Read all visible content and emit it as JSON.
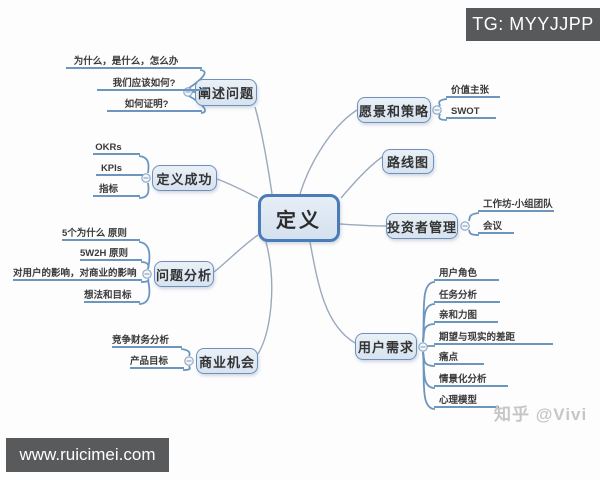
{
  "badges": {
    "tg": "TG: MYYJJPP",
    "watermark": "知乎 @Vivi",
    "site": "www.ruicimei.com"
  },
  "colors": {
    "node_fill": "#dce6f2",
    "node_border": "#7090ba",
    "center_border": "#4a7cb8",
    "connector_line": "#9aa9bc",
    "leaf_line": "#6d96bf",
    "badge_bg": "#58595b"
  },
  "map": {
    "center": "定义",
    "branches": [
      {
        "label": "阐述问题",
        "side": "left",
        "children": [
          "为什么，是什么，怎么办",
          "我们应该如何?",
          "如何证明?"
        ]
      },
      {
        "label": "定义成功",
        "side": "left",
        "children": [
          "OKRs",
          "KPIs",
          "指标"
        ]
      },
      {
        "label": "问题分析",
        "side": "left",
        "children": [
          "5个为什么 原则",
          "5W2H 原则",
          "对用户的影响，对商业的影响",
          "想法和目标"
        ]
      },
      {
        "label": "商业机会",
        "side": "left",
        "children": [
          "竞争财务分析",
          "产品目标"
        ]
      },
      {
        "label": "愿景和策略",
        "side": "right",
        "children": [
          "价值主张",
          "SWOT"
        ]
      },
      {
        "label": "路线图",
        "side": "right",
        "children": []
      },
      {
        "label": "投资者管理",
        "side": "right",
        "children": [
          "工作坊-小组团队",
          "会议"
        ]
      },
      {
        "label": "用户需求",
        "side": "right",
        "children": [
          "用户角色",
          "任务分析",
          "亲和力图",
          "期望与现实的差距",
          "痛点",
          "情景化分析",
          "心理模型"
        ]
      }
    ]
  }
}
